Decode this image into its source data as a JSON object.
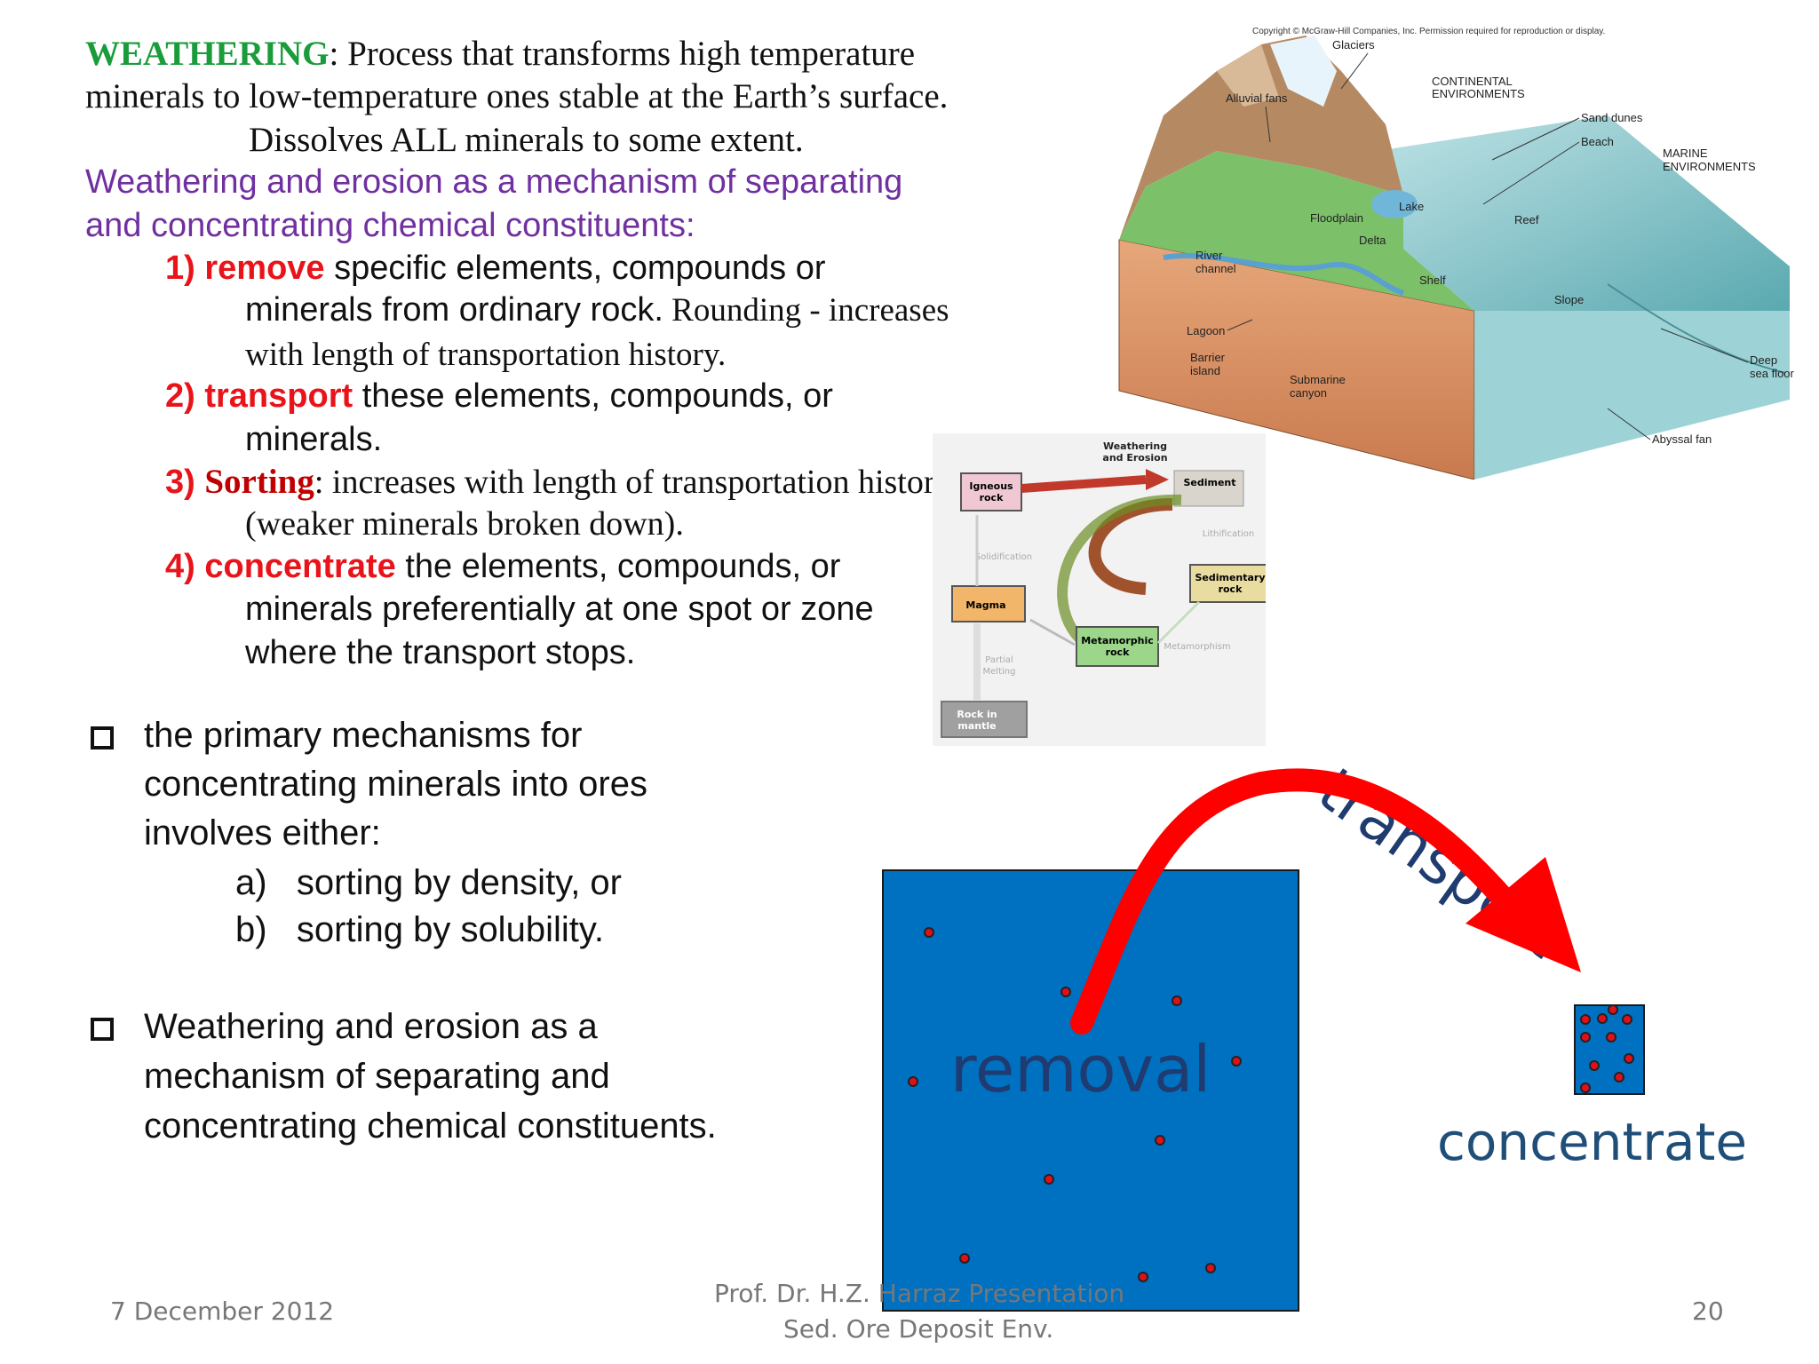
{
  "intro": {
    "title_word": "WEATHERING",
    "line1_rest": ": Process that transforms high temperature",
    "line2": "minerals to low-temperature ones stable at the Earth’s surface.",
    "line3": "Dissolves ALL minerals to some extent.",
    "purple1": "Weathering and erosion as a mechanism of separating",
    "purple2": "and concentrating chemical constituents:"
  },
  "items": [
    {
      "num": "1) ",
      "key": "remove",
      "rest": " specific elements, compounds or",
      "cont1_sans": "minerals from ordinary rock.",
      "cont1_serif": " Rounding - increases",
      "cont2": "with length of transportation history."
    },
    {
      "num": "2) ",
      "key": "transport",
      "rest": " these elements, compounds, or",
      "cont1": "minerals."
    },
    {
      "num": "3) ",
      "key": "Sorting",
      "rest": ": increases with length of transportation history",
      "cont1": "(weaker minerals broken down)."
    },
    {
      "num": "4) ",
      "key": "concentrate",
      "rest": " the elements, compounds, or",
      "cont1": "minerals preferentially at one spot or zone",
      "cont2": "where the transport stops."
    }
  ],
  "bullets": {
    "b1_l1": "the primary mechanisms for",
    "b1_l2": "concentrating minerals into ores",
    "b1_l3": "involves either:",
    "opt_a": "a)   sorting by density, or",
    "opt_b": "b)   sorting by solubility.",
    "b2_l1": "Weathering and erosion as a",
    "b2_l2": "mechanism of separating and",
    "b2_l3": "concentrating chemical constituents."
  },
  "landscape": {
    "copyright": "Copyright © McGraw-Hill Companies, Inc. Permission required for reproduction or display.",
    "labels": {
      "glaciers": "Glaciers",
      "alluvial": "Alluvial fans",
      "continental_1": "CONTINENTAL",
      "continental_2": "ENVIRONMENTS",
      "sand_dunes": "Sand dunes",
      "beach": "Beach",
      "marine_1": "MARINE",
      "marine_2": "ENVIRONMENTS",
      "floodplain": "Floodplain",
      "lake": "Lake",
      "reef": "Reef",
      "delta": "Delta",
      "river_1": "River",
      "river_2": "channel",
      "shelf": "Shelf",
      "slope": "Slope",
      "lagoon": "Lagoon",
      "barrier_1": "Barrier",
      "barrier_2": "island",
      "submarine_1": "Submarine",
      "submarine_2": "canyon",
      "deep_1": "Deep",
      "deep_2": "sea floor",
      "abyssal": "Abyssal fan"
    }
  },
  "rockcycle": {
    "weathering_1": "Weathering",
    "weathering_2": "and Erosion",
    "igneous_1": "Igneous",
    "igneous_2": "rock",
    "sediment": "Sediment",
    "lithification": "Lithification",
    "solidification": "Solidification",
    "sedimentary_1": "Sedimentary",
    "sedimentary_2": "rock",
    "magma": "Magma",
    "metamorphic_1": "Metamorphic",
    "metamorphic_2": "rock",
    "metamorphism": "Metamorphism",
    "partial_1": "Partial",
    "partial_2": "Melting",
    "mantle_1": "Rock in",
    "mantle_2": "mantle"
  },
  "schematic": {
    "transport": "transport",
    "removal": "removal",
    "concentrate": "concentrate",
    "box_color": "#0070c0",
    "arrow_color": "#ff0000",
    "dot_color": "#e0101a"
  },
  "footer": {
    "date": "7 December 2012",
    "author_1": "Prof. Dr. H.Z. Harraz Presentation",
    "author_2": "Sed. Ore Deposit Env.",
    "page": "20"
  }
}
